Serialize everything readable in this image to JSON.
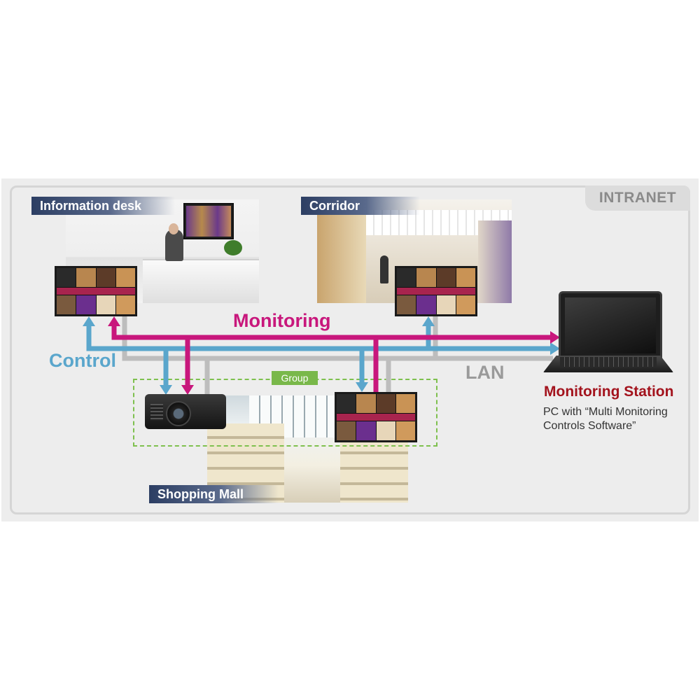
{
  "network": {
    "name": "INTRANET"
  },
  "locations": {
    "information_desk": "Information desk",
    "corridor": "Corridor",
    "shopping_mall": "Shopping Mall"
  },
  "signals": {
    "monitoring": "Monitoring",
    "control": "Control",
    "lan": "LAN",
    "group": "Group"
  },
  "station": {
    "title": "Monitoring Station",
    "line1": "PC with “Multi Monitoring",
    "line2": "Controls Software”"
  },
  "colors": {
    "monitoring": "#c8177c",
    "control": "#5aa6cc",
    "lan": "#b8b8b8",
    "group": "#79b84a",
    "station_title": "#a3131d"
  }
}
